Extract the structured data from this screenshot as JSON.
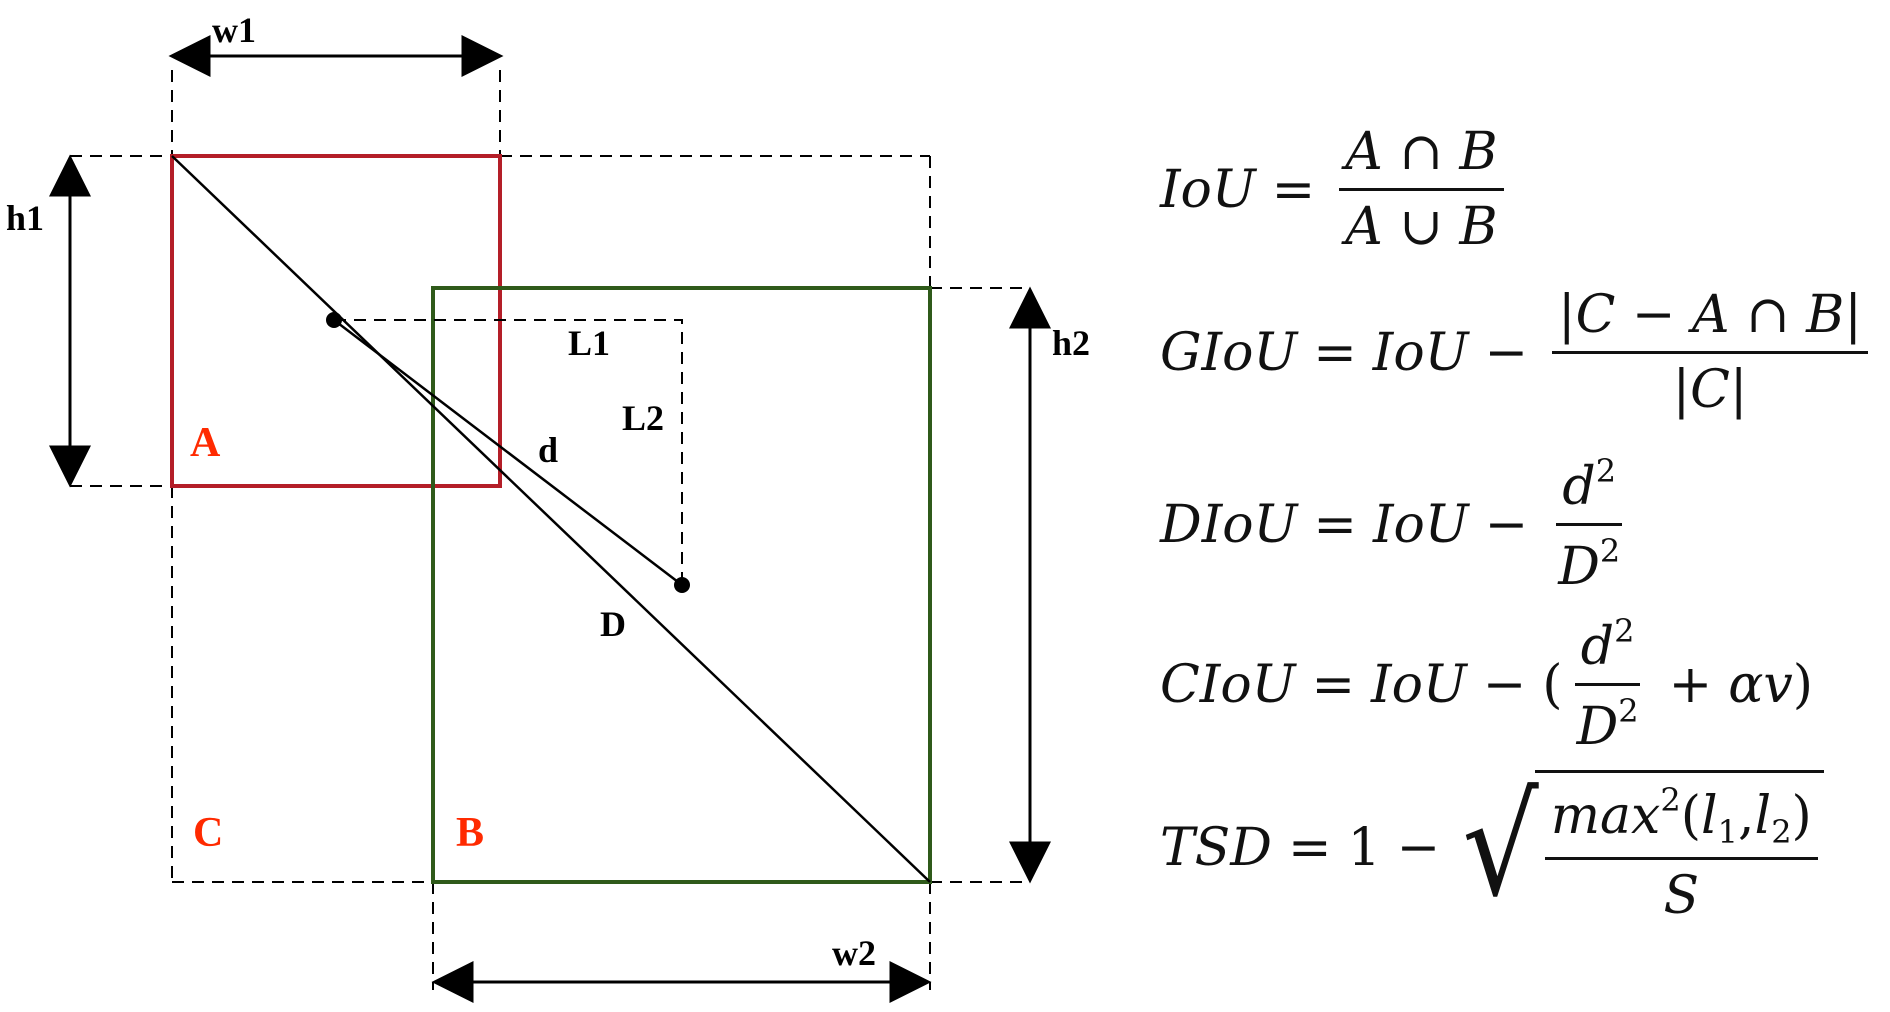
{
  "labels": {
    "w1": "w1",
    "w2": "w2",
    "h1": "h1",
    "h2": "h2",
    "L1": "L1",
    "L2": "L2",
    "d": "d",
    "D": "D",
    "A": "A",
    "B": "B",
    "C": "C"
  },
  "colors": {
    "box_a": "#b41e28",
    "box_b": "#2f5a1a",
    "region_label": "#ff2a00",
    "line": "#000000"
  },
  "formulas": {
    "iou": {
      "lhs": "IoU",
      "num": "A ∩ B",
      "den": "A ∪ B"
    },
    "giou": {
      "lhs": "GIoU",
      "rhs": "IoU",
      "num": "|C − A ∩ B|",
      "den": "|C|"
    },
    "diou": {
      "lhs": "DIoU",
      "rhs": "IoU",
      "num_base": "d",
      "num_exp": "2",
      "den_base": "D",
      "den_exp": "2"
    },
    "ciou": {
      "lhs": "CIoU",
      "rhs": "IoU",
      "num_base": "d",
      "num_exp": "2",
      "den_base": "D",
      "den_exp": "2",
      "extra": "αv"
    },
    "tsd": {
      "lhs": "TSD",
      "one": "1",
      "num": "max",
      "num_exp": "2",
      "args_open": "(",
      "l": "l",
      "sub1": "1",
      "comma": ",",
      "sub2": "2",
      "args_close": ")",
      "den": "S"
    }
  }
}
